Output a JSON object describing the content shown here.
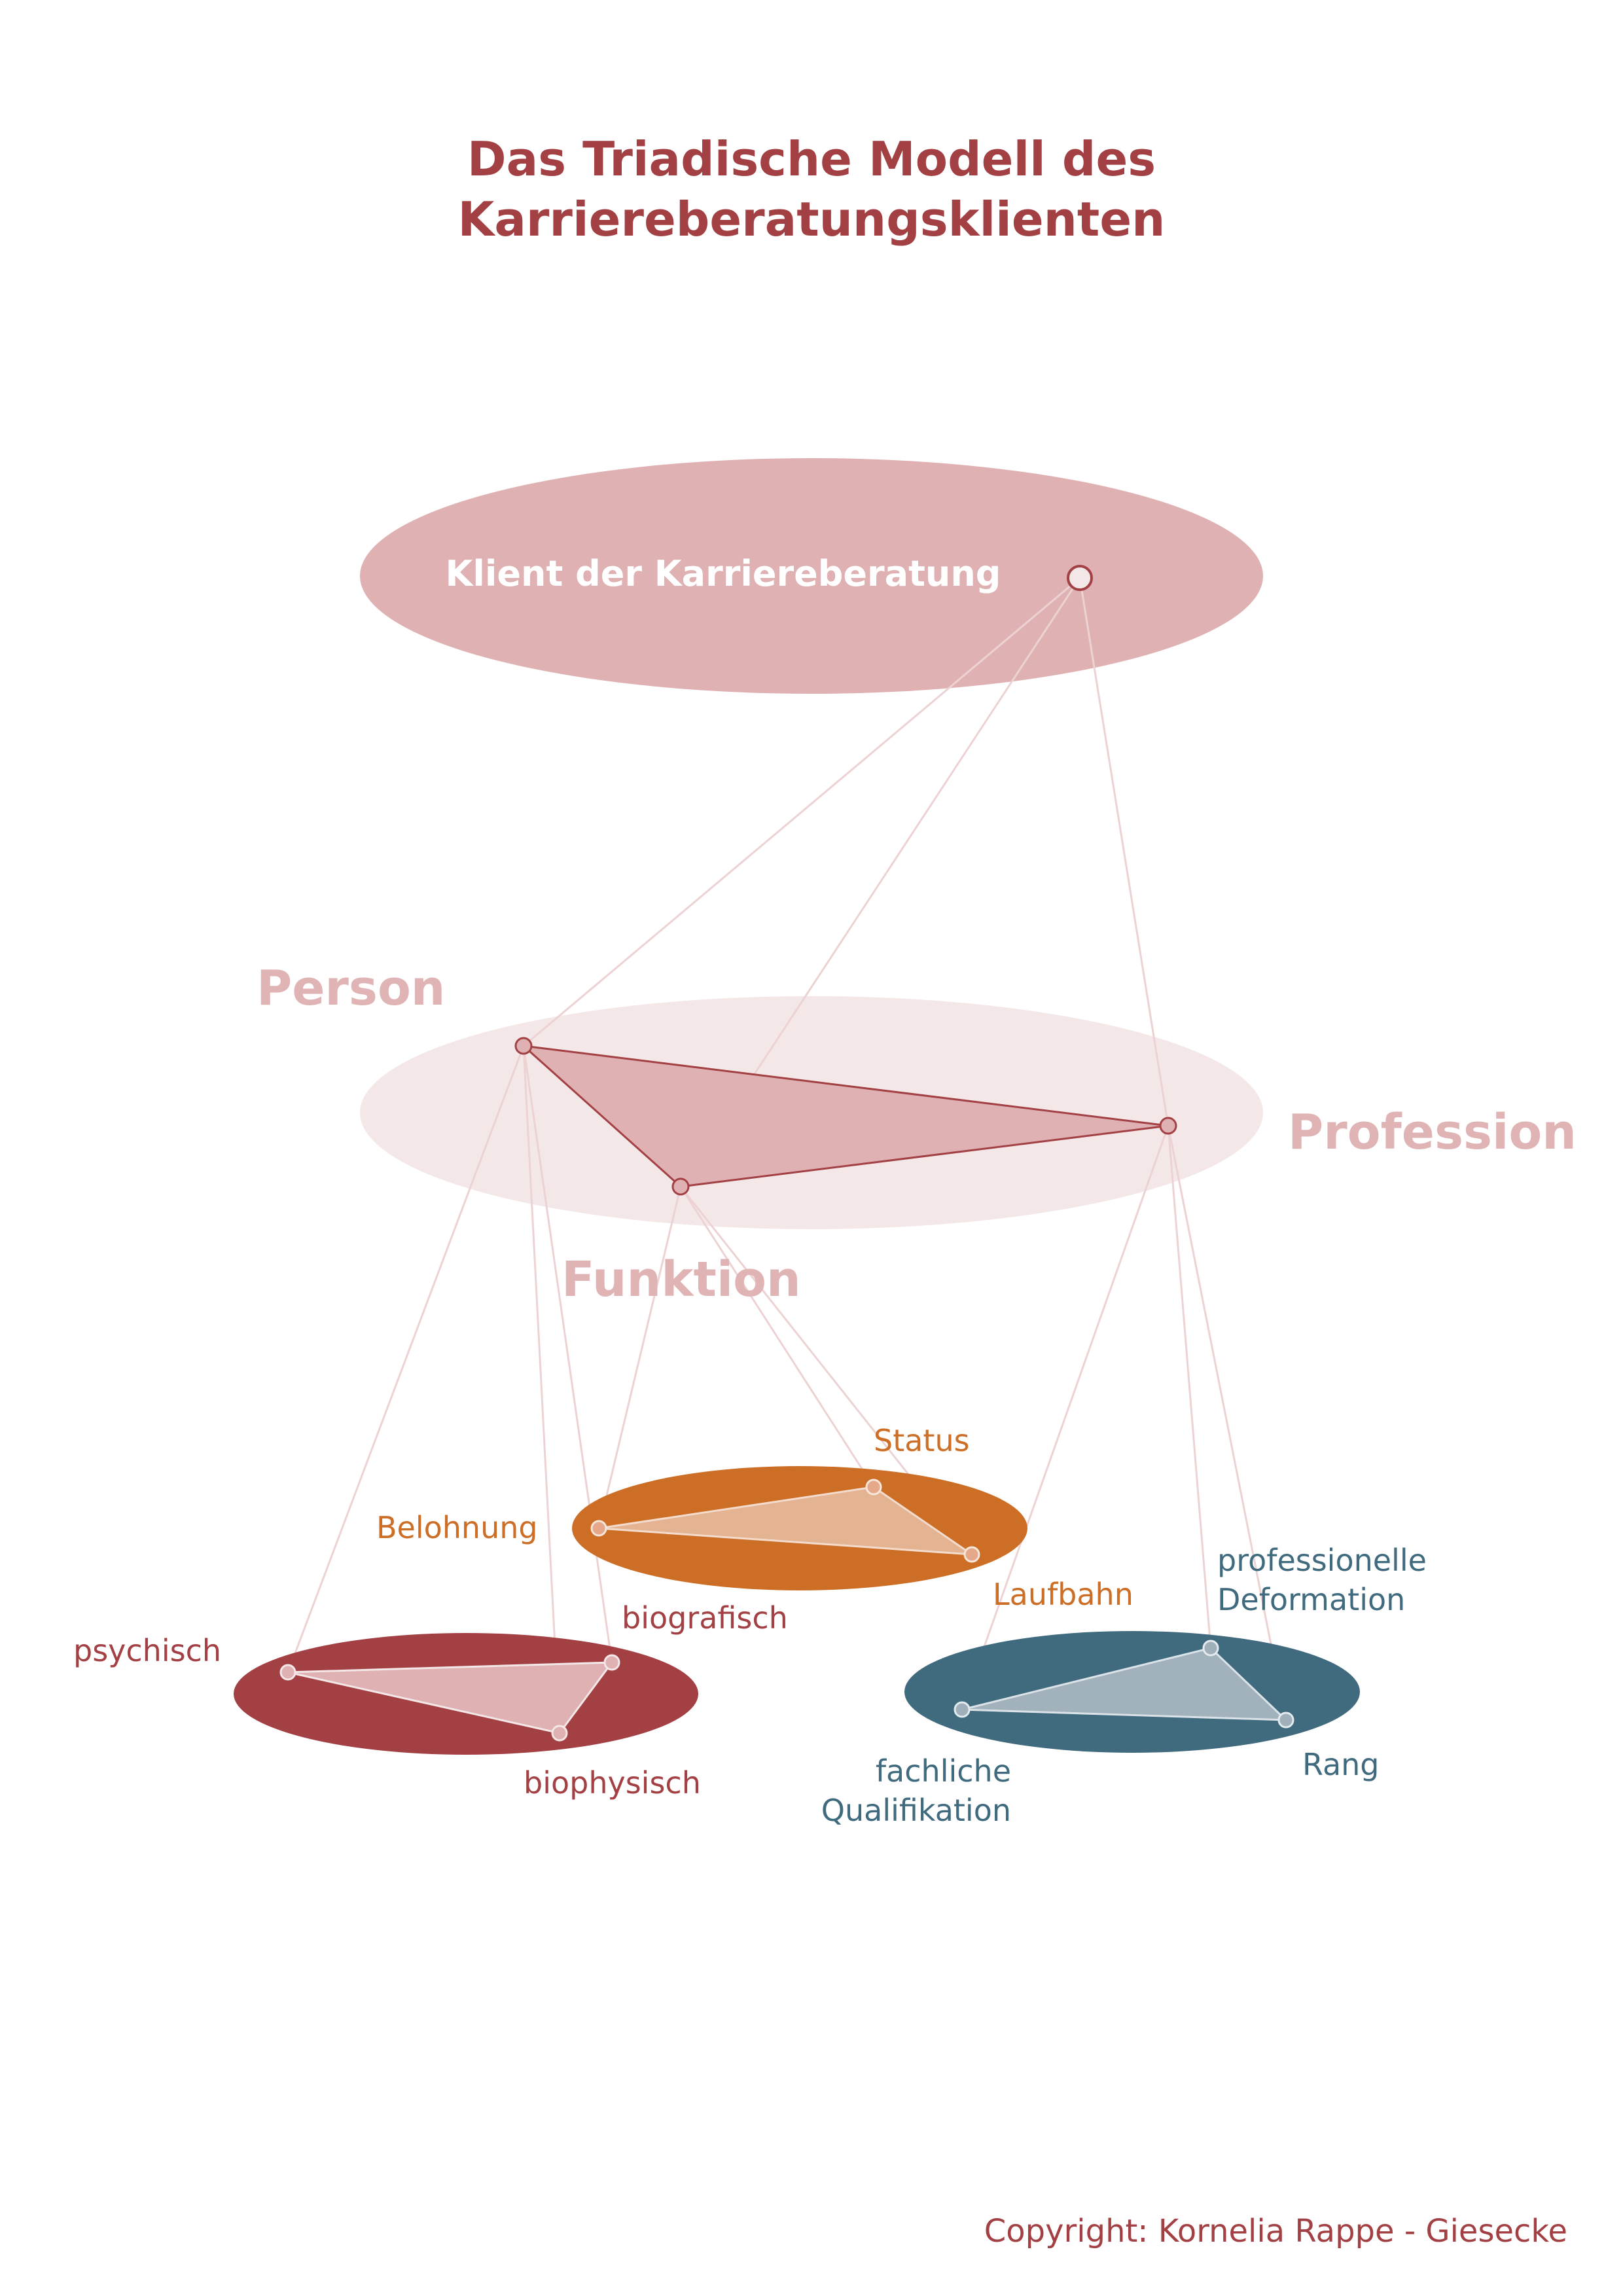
{
  "title": {
    "line1": "Das Triadische Modell des",
    "line2": "Karriereberatungsklienten"
  },
  "client_label": "Klient der Karriereberatung",
  "dimensions": {
    "person": "Person",
    "profession": "Profession",
    "funktion": "Funktion"
  },
  "groups": {
    "orange": {
      "status": "Status",
      "belohnung": "Belohnung",
      "laufbahn": "Laufbahn"
    },
    "red": {
      "psychisch": "psychisch",
      "biografisch": "biografisch",
      "biophysisch": "biophysisch"
    },
    "blue": {
      "prof_line1": "professionelle",
      "prof_line2": "Deformation",
      "fach_line1": "fachliche",
      "fach_line2": "Qualifikation",
      "rang": "Rang"
    }
  },
  "copyright": "Copyright: Kornelia Rappe - Giesecke",
  "colors": {
    "title": "#a34044",
    "client_ellipse": "#dfb1b3",
    "mid_ellipse": "#f4e7e8",
    "dim_label": "#e0b3b5",
    "red_group": "#a34044",
    "orange_group": "#cc6e26",
    "blue_group": "#406a7e",
    "connector": "#ecd2d3"
  }
}
